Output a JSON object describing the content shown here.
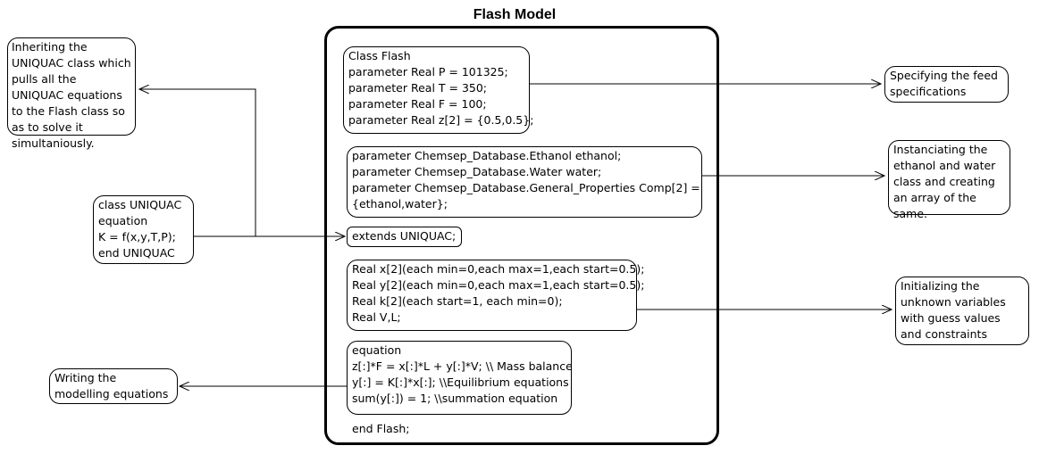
{
  "title": "Flash Model",
  "code": {
    "class_block": [
      "Class Flash",
      "parameter Real P = 101325;",
      "parameter Real T = 350;",
      "parameter Real F = 100;",
      "parameter Real z[2] = {0.5,0.5};"
    ],
    "components_block": [
      "parameter Chemsep_Database.Ethanol ethanol;",
      "parameter Chemsep_Database.Water water;",
      "parameter Chemsep_Database.General_Properties Comp[2] =",
      "{ethanol,water};"
    ],
    "extends_block": [
      "extends UNIQUAC;"
    ],
    "variables_block": [
      "Real x[2](each min=0,each max=1,each start=0.5);",
      "Real y[2](each min=0,each max=1,each start=0.5);",
      "Real k[2](each start=1, each min=0);",
      "Real V,L;"
    ],
    "equation_block": [
      "equation",
      "z[:]*F = x[:]*L + y[:]*V;  \\\\ Mass balance",
      "y[:] = K[:]*x[:]; \\\\Equilibrium equations",
      "sum(y[:]) = 1; \\\\summation equation"
    ],
    "end_line": "end Flash;"
  },
  "uniquac_block": [
    "class UNIQUAC",
    "equation",
    "K = f(x,y,T,P);",
    "end UNIQUAC"
  ],
  "notes": {
    "inheriting": "Inheriting the UNIQUAC class which pulls all the UNIQUAC equations to the Flash class so as to solve it simultaniously.",
    "feed": "Specifying the feed specifications",
    "instancing": "Instanciating the ethanol and water class and creating an array of the same.",
    "initializing": "Initializing the unknown variables with guess values and constraints",
    "writing": "Writing the modelling equations"
  }
}
